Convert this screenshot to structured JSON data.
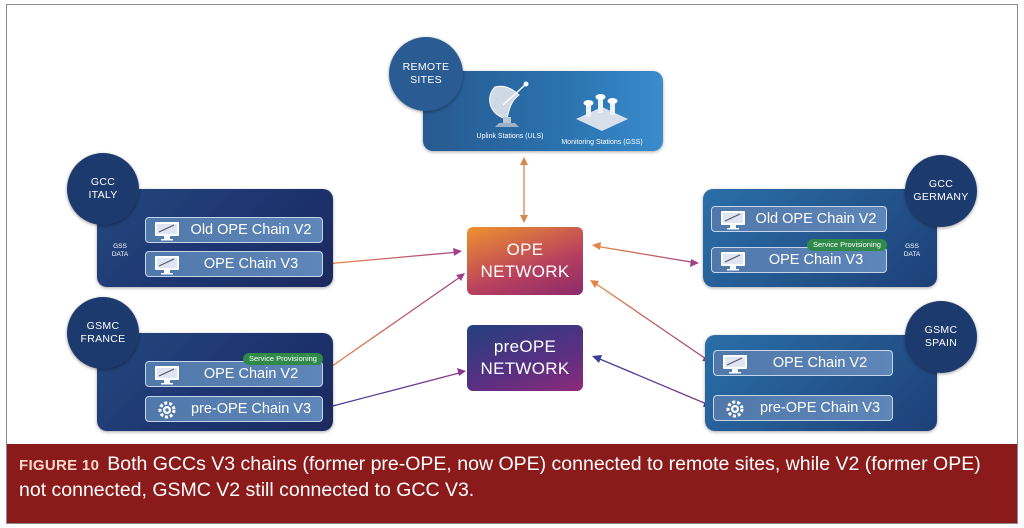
{
  "remote": {
    "badge_line1": "REMOTE",
    "badge_line2": "SITES",
    "uplink_label": "Uplink Stations (ULS)",
    "uplink_icon": "satellite-dish-icon",
    "monitoring_label": "Monitoring Stations (GSS)",
    "monitoring_icon": "antenna-array-icon"
  },
  "gcc_italy": {
    "badge_line1": "GCC",
    "badge_line2": "ITALY",
    "old_chain": "Old OPE Chain V2",
    "chain_v3": "OPE Chain V3",
    "gss_line1": "GSS",
    "gss_line2": "DATA"
  },
  "gcc_germany": {
    "badge_line1": "GCC",
    "badge_line2": "GERMANY",
    "old_chain": "Old OPE Chain V2",
    "chain_v3": "OPE Chain V3",
    "service_provisioning": "Service Provisioning",
    "gss_line1": "GSS",
    "gss_line2": "DATA"
  },
  "gsmc_france": {
    "badge_line1": "GSMC",
    "badge_line2": "FRANCE",
    "chain_v2": "OPE Chain V2",
    "service_provisioning": "Service Provisioning",
    "pre_chain_v3": "pre-OPE Chain V3"
  },
  "gsmc_spain": {
    "badge_line1": "GSMC",
    "badge_line2": "SPAIN",
    "chain_v2": "OPE Chain V2",
    "pre_chain_v3": "pre-OPE Chain V3"
  },
  "networks": {
    "ope_line1": "OPE",
    "ope_line2": "NETWORK",
    "preope_line1": "preOPE",
    "preope_line2": "NETWORK"
  },
  "caption": {
    "label": "FIGURE 10",
    "text": "Both GCCs V3 chains (former pre-OPE, now OPE) connected to remote sites, while V2 (former OPE) not connected, GSMC V2 still connected to GCC V3."
  },
  "colors": {
    "panel_dark": "#1d3470",
    "ope_gradient_start": "#f0922e",
    "ope_gradient_end": "#8a2a6a",
    "caption_bg": "#8b1a1a",
    "service_badge": "#2f8a4a",
    "link_ope": "#e0844a",
    "link_preope": "#3b3f9a"
  }
}
